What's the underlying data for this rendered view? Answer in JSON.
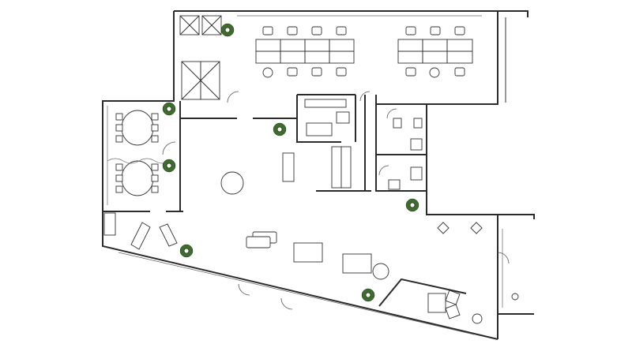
{
  "drawing": {
    "kind": "office floor plan",
    "wall_color": "#2b2b2b",
    "furniture_stroke": "#333333",
    "plant_color": "#3f6b2f",
    "background": "#ffffff"
  },
  "legend_icons": [
    "wall",
    "door-swing",
    "desk-workstation",
    "office-chair",
    "meeting-table",
    "round-table",
    "potted-plant",
    "toilet",
    "washbasin",
    "kitchen-counter",
    "sofa-chair",
    "elevator-shaft"
  ]
}
